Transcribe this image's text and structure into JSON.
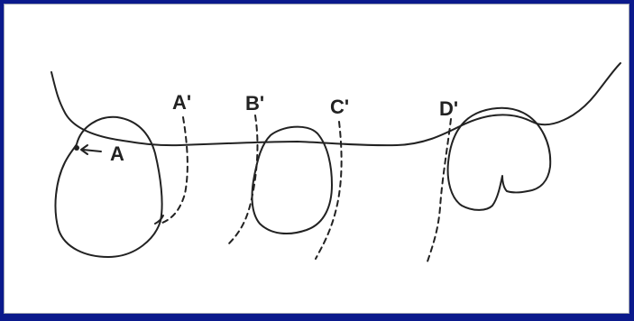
{
  "diagram": {
    "labels": {
      "a": "A",
      "a_prime": "A'",
      "b_prime": "B'",
      "c_prime": "C'",
      "d_prime": "D'"
    },
    "colors": {
      "background": "#0b1a8c",
      "panel": "#ffffff",
      "ink": "#222222"
    }
  }
}
